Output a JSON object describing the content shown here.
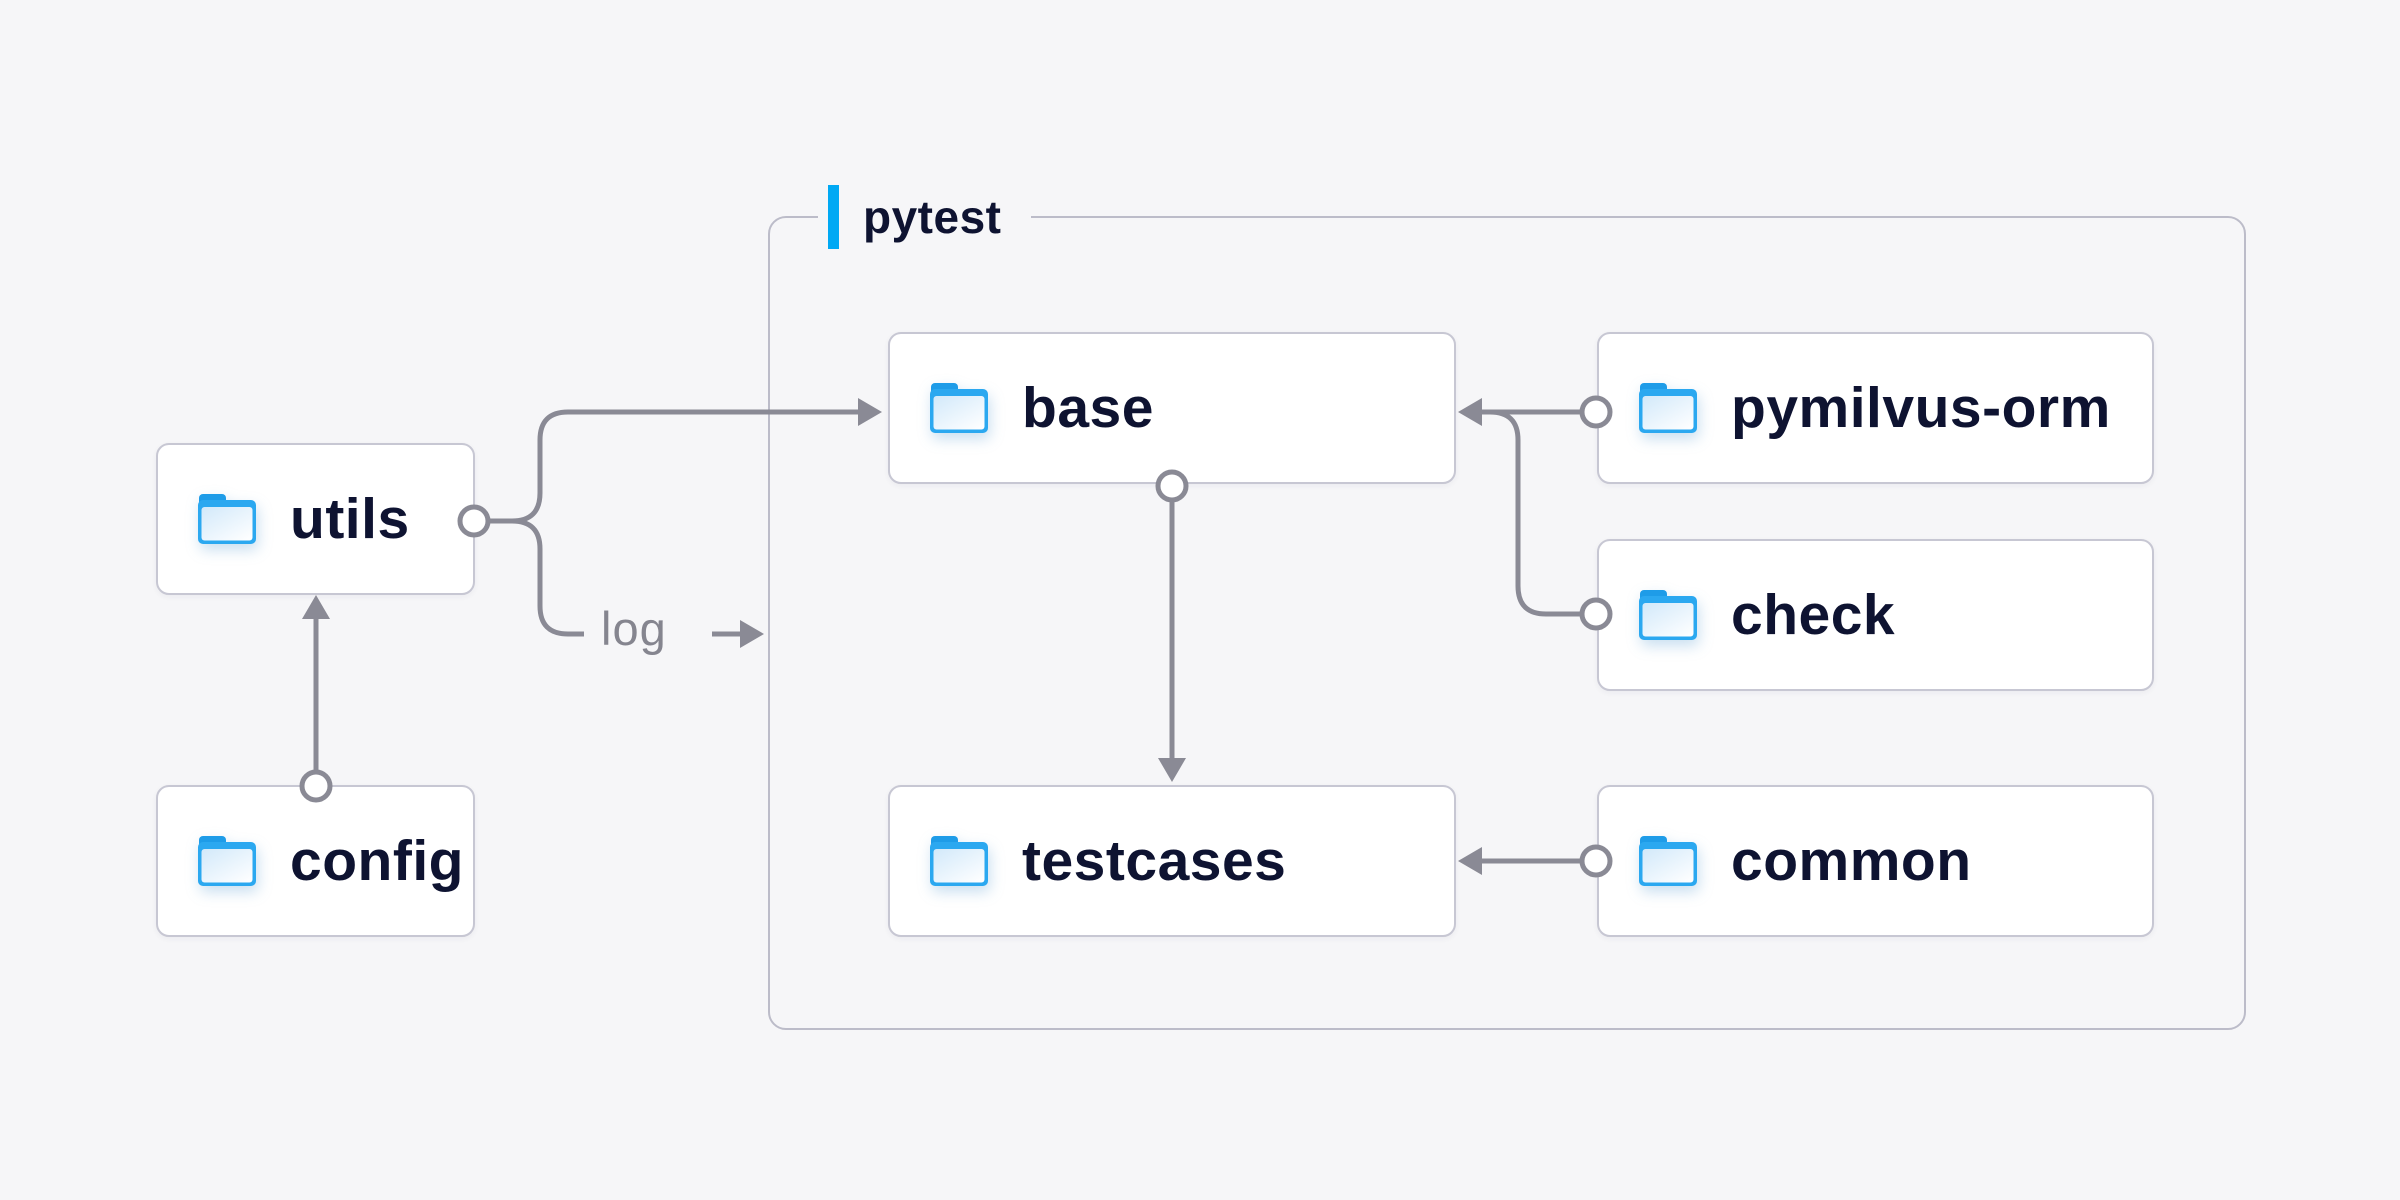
{
  "group": {
    "label": "pytest",
    "accent_color": "#00a9f4"
  },
  "nodes": {
    "utils": {
      "label": "utils",
      "icon": "folder-icon"
    },
    "config": {
      "label": "config",
      "icon": "folder-icon"
    },
    "base": {
      "label": "base",
      "icon": "folder-icon"
    },
    "pymilvus_orm": {
      "label": "pymilvus-orm",
      "icon": "folder-icon"
    },
    "check": {
      "label": "check",
      "icon": "folder-icon"
    },
    "testcases": {
      "label": "testcases",
      "icon": "folder-icon"
    },
    "common": {
      "label": "common",
      "icon": "folder-icon"
    }
  },
  "edges": {
    "log_label": "log",
    "connections": [
      {
        "from": "utils",
        "to": "base",
        "style": "circle-to-arrow"
      },
      {
        "from": "utils",
        "to": "log",
        "style": "circle-to-label-arrow"
      },
      {
        "from": "config",
        "to": "utils",
        "style": "circle-to-arrow"
      },
      {
        "from": "base",
        "to": "testcases",
        "style": "circle-to-arrow"
      },
      {
        "from": "pymilvus_orm",
        "to": "base",
        "style": "circle-to-arrow"
      },
      {
        "from": "check",
        "to": "base",
        "style": "circle-to-arrow"
      },
      {
        "from": "common",
        "to": "testcases",
        "style": "circle-to-arrow"
      }
    ]
  },
  "colors": {
    "bg": "#f6f6f8",
    "node_background": "#ffffff",
    "node_border": "#c7c7d3",
    "group_border": "#bcbcc9",
    "connector": "#8a8a95",
    "label_text": "#0e1331",
    "edge_label_text": "#85858f",
    "accent_blue": "#00a9f4",
    "folder_blue": "#2ba8f0"
  }
}
